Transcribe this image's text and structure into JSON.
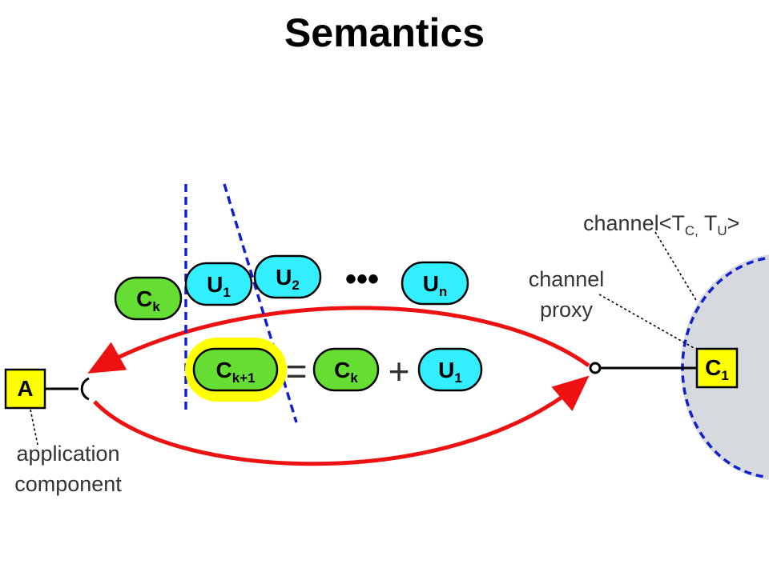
{
  "title": "Semantics",
  "labels": {
    "channel_pre": "channel<T",
    "channel_sub1": "C,",
    "channel_mid": " T",
    "channel_sub2": "U",
    "channel_post": ">",
    "proxy_line1": "channel",
    "proxy_line2": "proxy",
    "app_line1": "application",
    "app_line2": "component"
  },
  "nodes": {
    "a": {
      "main": "A",
      "color": "#FFFF00"
    },
    "c1": {
      "main": "C",
      "sub": "1",
      "color": "#FFFF00"
    },
    "ck": {
      "main": "C",
      "sub": "k",
      "color": "#66DD33"
    },
    "u1": {
      "main": "U",
      "sub": "1",
      "color": "#33EEFF"
    },
    "u2": {
      "main": "U",
      "sub": "2",
      "color": "#33EEFF"
    },
    "un": {
      "main": "U",
      "sub": "n",
      "color": "#33EEFF"
    },
    "ck1": {
      "main": "C",
      "sub": "k+1",
      "color": "#66DD33",
      "highlight": "#FFFF00"
    },
    "ck_eq": {
      "main": "C",
      "sub": "k",
      "color": "#66DD33"
    },
    "u1_eq": {
      "main": "U",
      "sub": "1",
      "color": "#33EEFF"
    }
  },
  "operators": {
    "equals": "=",
    "plus": "+",
    "ellipsis": "•••"
  },
  "colors": {
    "arrow": "#EE1111",
    "dashed": "#1122CC",
    "domain_fill": "#D6DADF"
  }
}
